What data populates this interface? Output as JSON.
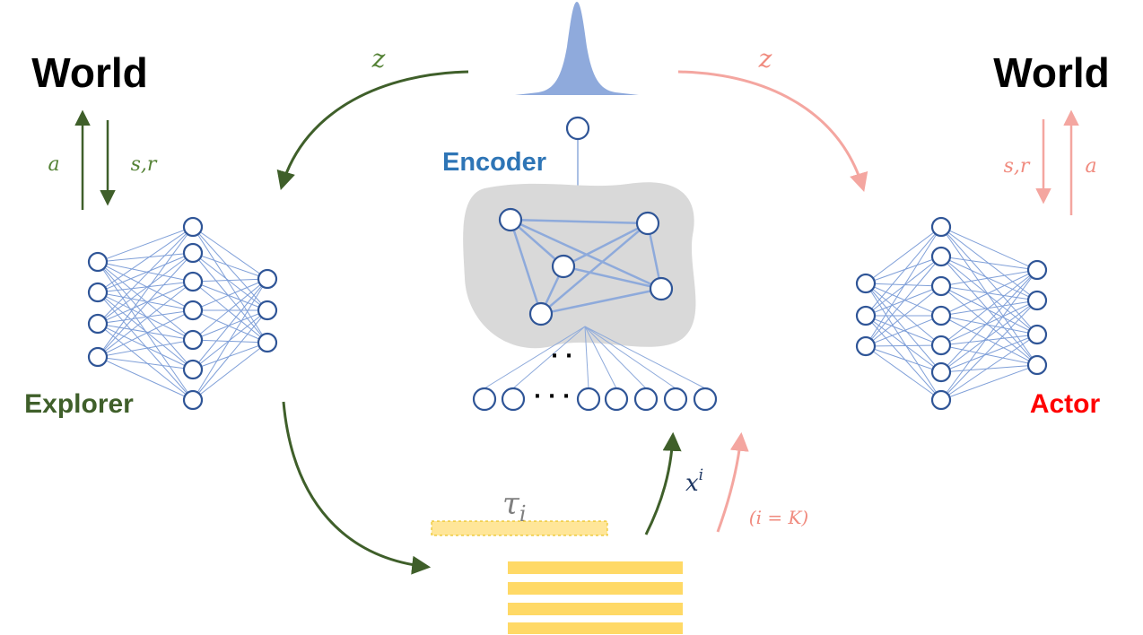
{
  "labels": {
    "world_left": "World",
    "world_right": "World",
    "explorer": "Explorer",
    "actor": "Actor",
    "encoder": "Encoder",
    "z_left": "z",
    "z_right": "z",
    "a_left": "a",
    "sr_left": "s,r",
    "sr_right": "s,r",
    "a_right": "a",
    "tau_main": "τ",
    "tau_sub": "i",
    "x_main": "x",
    "x_sup": "i",
    "i_eq_k": "(i = K)",
    "ellipsis_mid": "· ·",
    "ellipsis_row": "· · ·"
  },
  "colors": {
    "explorer_green": "#3f5f2a",
    "actor_red": "#ff0000",
    "actor_arrow": "#f4a6a0",
    "encoder_blue": "#2e75b6",
    "node_stroke": "#2f5597",
    "gaussian_fill": "#8faadc",
    "blob_fill": "#d9d9d9",
    "buffer_yellow": "#ffd966"
  },
  "icons": {
    "prior": "gaussian-prior-icon",
    "buffer": "trajectory-buffer-icon"
  }
}
